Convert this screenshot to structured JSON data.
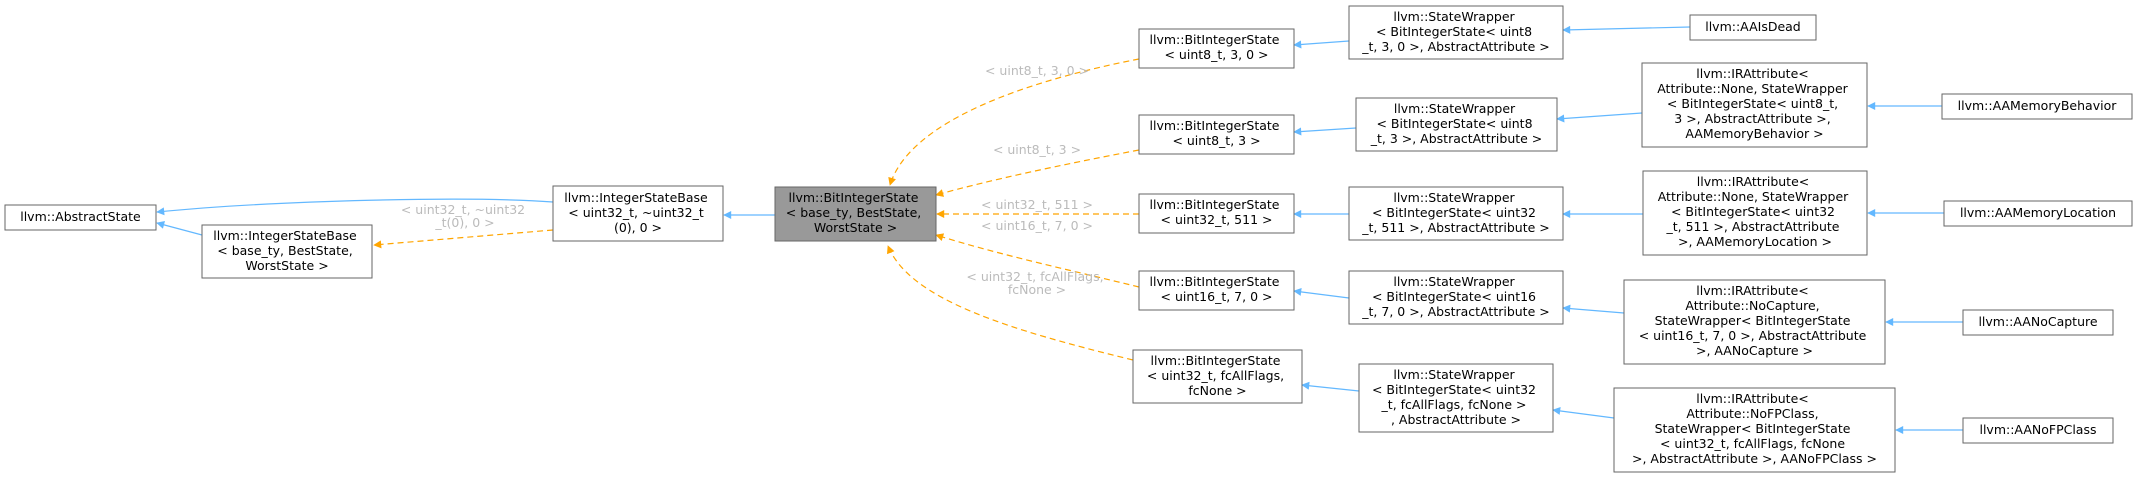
{
  "nodes": [
    {
      "id": "abstract-state",
      "lines": [
        "llvm::AbstractState"
      ]
    },
    {
      "id": "integer-state-base-template",
      "lines": [
        "llvm::IntegerStateBase",
        "< base_ty, BestState,",
        "WorstState >"
      ]
    },
    {
      "id": "integer-state-base-uint32",
      "lines": [
        "llvm::IntegerStateBase",
        "< uint32_t, ~uint32_t",
        "(0), 0 >"
      ]
    },
    {
      "id": "bit-integer-state-template",
      "lines": [
        "llvm::BitIntegerState",
        "< base_ty, BestState,",
        "WorstState >"
      ]
    },
    {
      "id": "bit-integer-state-uint8-3-0",
      "lines": [
        "llvm::BitIntegerState",
        "< uint8_t, 3, 0 >"
      ]
    },
    {
      "id": "bit-integer-state-uint8-3",
      "lines": [
        "llvm::BitIntegerState",
        "< uint8_t, 3 >"
      ]
    },
    {
      "id": "bit-integer-state-uint32-511",
      "lines": [
        "llvm::BitIntegerState",
        "< uint32_t, 511 >"
      ]
    },
    {
      "id": "bit-integer-state-uint16-7-0",
      "lines": [
        "llvm::BitIntegerState",
        "< uint16_t, 7, 0 >"
      ]
    },
    {
      "id": "bit-integer-state-uint32-fcallflags",
      "lines": [
        "llvm::BitIntegerState",
        "< uint32_t, fcAllFlags,",
        "fcNone >"
      ]
    },
    {
      "id": "state-wrapper-uint8-3-0",
      "lines": [
        "llvm::StateWrapper",
        "< BitIntegerState< uint8",
        "_t, 3, 0 >, AbstractAttribute >"
      ]
    },
    {
      "id": "state-wrapper-uint8-3",
      "lines": [
        "llvm::StateWrapper",
        "< BitIntegerState< uint8",
        "_t, 3 >, AbstractAttribute >"
      ]
    },
    {
      "id": "state-wrapper-uint32-511",
      "lines": [
        "llvm::StateWrapper",
        "< BitIntegerState< uint32",
        "_t, 511 >, AbstractAttribute >"
      ]
    },
    {
      "id": "state-wrapper-uint16-7-0",
      "lines": [
        "llvm::StateWrapper",
        "< BitIntegerState< uint16",
        "_t, 7, 0 >, AbstractAttribute >"
      ]
    },
    {
      "id": "state-wrapper-uint32-fcallflags",
      "lines": [
        "llvm::StateWrapper",
        "< BitIntegerState< uint32",
        "_t, fcAllFlags, fcNone >",
        ", AbstractAttribute >"
      ]
    },
    {
      "id": "aa-is-dead",
      "lines": [
        "llvm::AAIsDead"
      ]
    },
    {
      "id": "irattribute-memory-behavior",
      "lines": [
        "llvm::IRAttribute<",
        " Attribute::None, StateWrapper",
        "< BitIntegerState< uint8_t,",
        " 3 >, AbstractAttribute >,",
        " AAMemoryBehavior >"
      ]
    },
    {
      "id": "irattribute-memory-location",
      "lines": [
        "llvm::IRAttribute<",
        " Attribute::None, StateWrapper",
        "< BitIntegerState< uint32",
        "_t, 511 >, AbstractAttribute",
        " >, AAMemoryLocation >"
      ]
    },
    {
      "id": "irattribute-no-capture",
      "lines": [
        "llvm::IRAttribute<",
        " Attribute::NoCapture,",
        " StateWrapper< BitIntegerState",
        "< uint16_t, 7, 0 >, AbstractAttribute",
        " >, AANoCapture >"
      ]
    },
    {
      "id": "irattribute-no-fpclass",
      "lines": [
        "llvm::IRAttribute<",
        " Attribute::NoFPClass,",
        " StateWrapper< BitIntegerState",
        "< uint32_t, fcAllFlags, fcNone",
        " >, AbstractAttribute >, AANoFPClass >"
      ]
    },
    {
      "id": "aa-memory-behavior",
      "lines": [
        "llvm::AAMemoryBehavior"
      ]
    },
    {
      "id": "aa-memory-location",
      "lines": [
        "llvm::AAMemoryLocation"
      ]
    },
    {
      "id": "aa-no-capture",
      "lines": [
        "llvm::AANoCapture"
      ]
    },
    {
      "id": "aa-no-fpclass",
      "lines": [
        "llvm::AANoFPClass"
      ]
    }
  ],
  "edge_labels": [
    {
      "id": "label-uint32-uint32max",
      "lines": [
        "< uint32_t, ~uint32",
        "_t(0), 0 >"
      ]
    },
    {
      "id": "label-uint8-3-0",
      "lines": [
        "< uint8_t, 3, 0 >"
      ]
    },
    {
      "id": "label-uint8-3",
      "lines": [
        "< uint8_t, 3 >"
      ]
    },
    {
      "id": "label-uint32-511",
      "lines": [
        "< uint32_t, 511 >"
      ]
    },
    {
      "id": "label-uint16-7-0",
      "lines": [
        "< uint16_t, 7, 0 >"
      ]
    },
    {
      "id": "label-uint32-fcallflags",
      "lines": [
        "< uint32_t, fcAllFlags,",
        "fcNone >"
      ]
    }
  ],
  "colors": {
    "inheritance_edge": "#63b8ff",
    "template_edge": "#ffa500",
    "focus_node_fill": "#999999",
    "edge_label_text": "#bbbbbb"
  }
}
